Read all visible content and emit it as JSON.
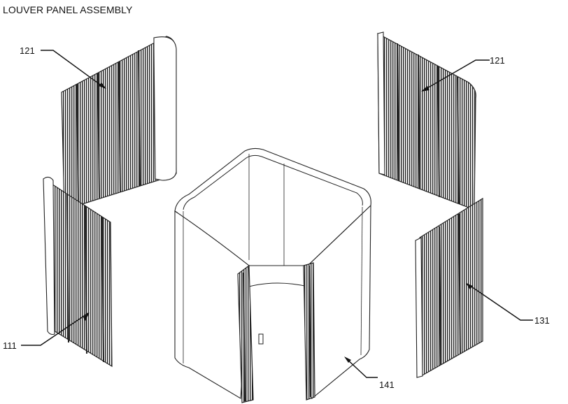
{
  "title": "LOUVER PANEL ASSEMBLY",
  "labels": {
    "left_upper_panel": "121",
    "right_upper_panel": "121",
    "left_lower_panel": "111",
    "right_lower_panel": "131",
    "center_housing": "141"
  },
  "colors": {
    "line": "#222222",
    "grille_dark": "#333333",
    "background": "#ffffff"
  }
}
